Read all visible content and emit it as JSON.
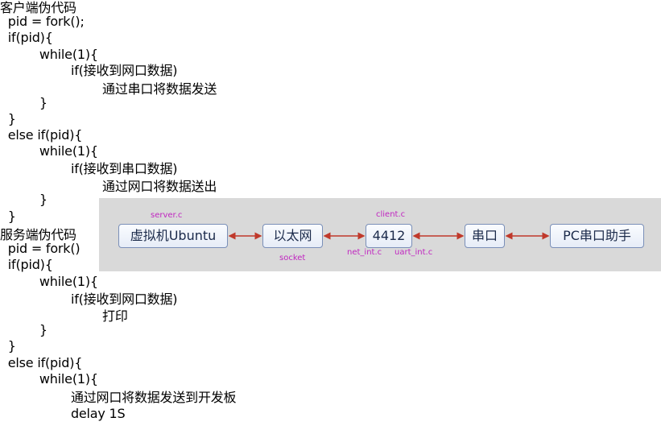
{
  "code_lines": [
    "客户端伪代码",
    "  pid = fork();",
    "  if(pid){",
    "          while(1){",
    "                  if(接收到网口数据)",
    "                          通过串口将数据发送",
    "          }",
    "  }",
    "  else if(pid){",
    "          while(1){",
    "                  if(接收到串口数据)",
    "                          通过网口将数据送出",
    "          }",
    "  }",
    "服务端伪代码",
    "  pid = fork()",
    "  if(pid){",
    "          while(1){",
    "                  if(接收到网口数据)",
    "                          打印",
    "          }",
    "  }",
    "  else if(pid){",
    "          while(1){",
    "                  通过网口将数据发送到开发板",
    "                  delay 1S"
  ],
  "diagram": {
    "nodes": [
      "虚拟机Ubuntu",
      "以太网",
      "4412",
      "串口",
      "PC串口助手"
    ],
    "labels": {
      "server": "server.c",
      "socket": "socket",
      "client": "client.c",
      "net": "net_int.c",
      "uart": "uart_int.c"
    },
    "colors": {
      "arrow": "#c0392b",
      "label": "#c025c0",
      "node_border": "#7a8fb8",
      "background": "#d9d9d9"
    }
  }
}
